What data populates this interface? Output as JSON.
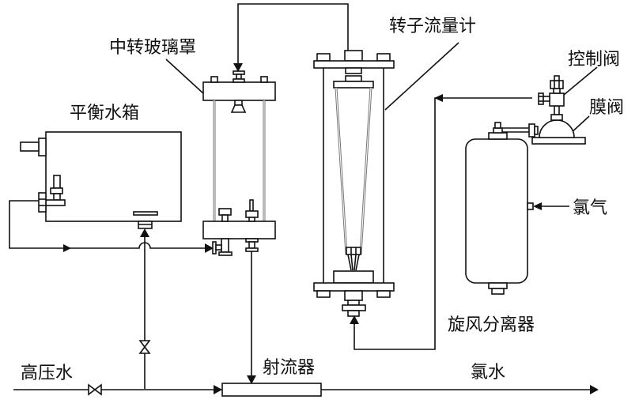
{
  "diagram": {
    "type": "process-flow",
    "description": "Chlorine water generation system schematic",
    "colors": {
      "line": "#111111",
      "rod": "#777777",
      "background": "#ffffff"
    },
    "labels": {
      "relay_glass_cover": "中转玻璃罩",
      "balance_tank": "平衡水箱",
      "rotameter": "转子流量计",
      "control_valve": "控制阀",
      "diaphragm_valve": "膜阀",
      "chlorine_gas": "氯气",
      "cyclone_separator": "旋风分离器",
      "high_pressure_water": "高压水",
      "ejector": "射流器",
      "chlorine_water": "氯水"
    },
    "components": [
      {
        "id": "balance_tank",
        "label": "平衡水箱"
      },
      {
        "id": "relay_glass_cover",
        "label": "中转玻璃罩"
      },
      {
        "id": "rotameter",
        "label": "转子流量计"
      },
      {
        "id": "control_valve",
        "label": "控制阀"
      },
      {
        "id": "diaphragm_valve",
        "label": "膜阀"
      },
      {
        "id": "cyclone_separator",
        "label": "旋风分离器"
      },
      {
        "id": "ejector",
        "label": "射流器"
      }
    ],
    "flows": [
      {
        "from": "高压水",
        "to": "射流器"
      },
      {
        "from": "高压水",
        "to": "平衡水箱"
      },
      {
        "from": "平衡水箱",
        "to": "中转玻璃罩"
      },
      {
        "from": "转子流量计",
        "to": "中转玻璃罩"
      },
      {
        "from": "中转玻璃罩",
        "to": "射流器"
      },
      {
        "from": "氯气",
        "to": "旋风分离器"
      },
      {
        "from": "旋风分离器",
        "to": "膜阀"
      },
      {
        "from": "控制阀",
        "to": "转子流量计"
      },
      {
        "from": "射流器",
        "to": "氯水"
      }
    ]
  }
}
